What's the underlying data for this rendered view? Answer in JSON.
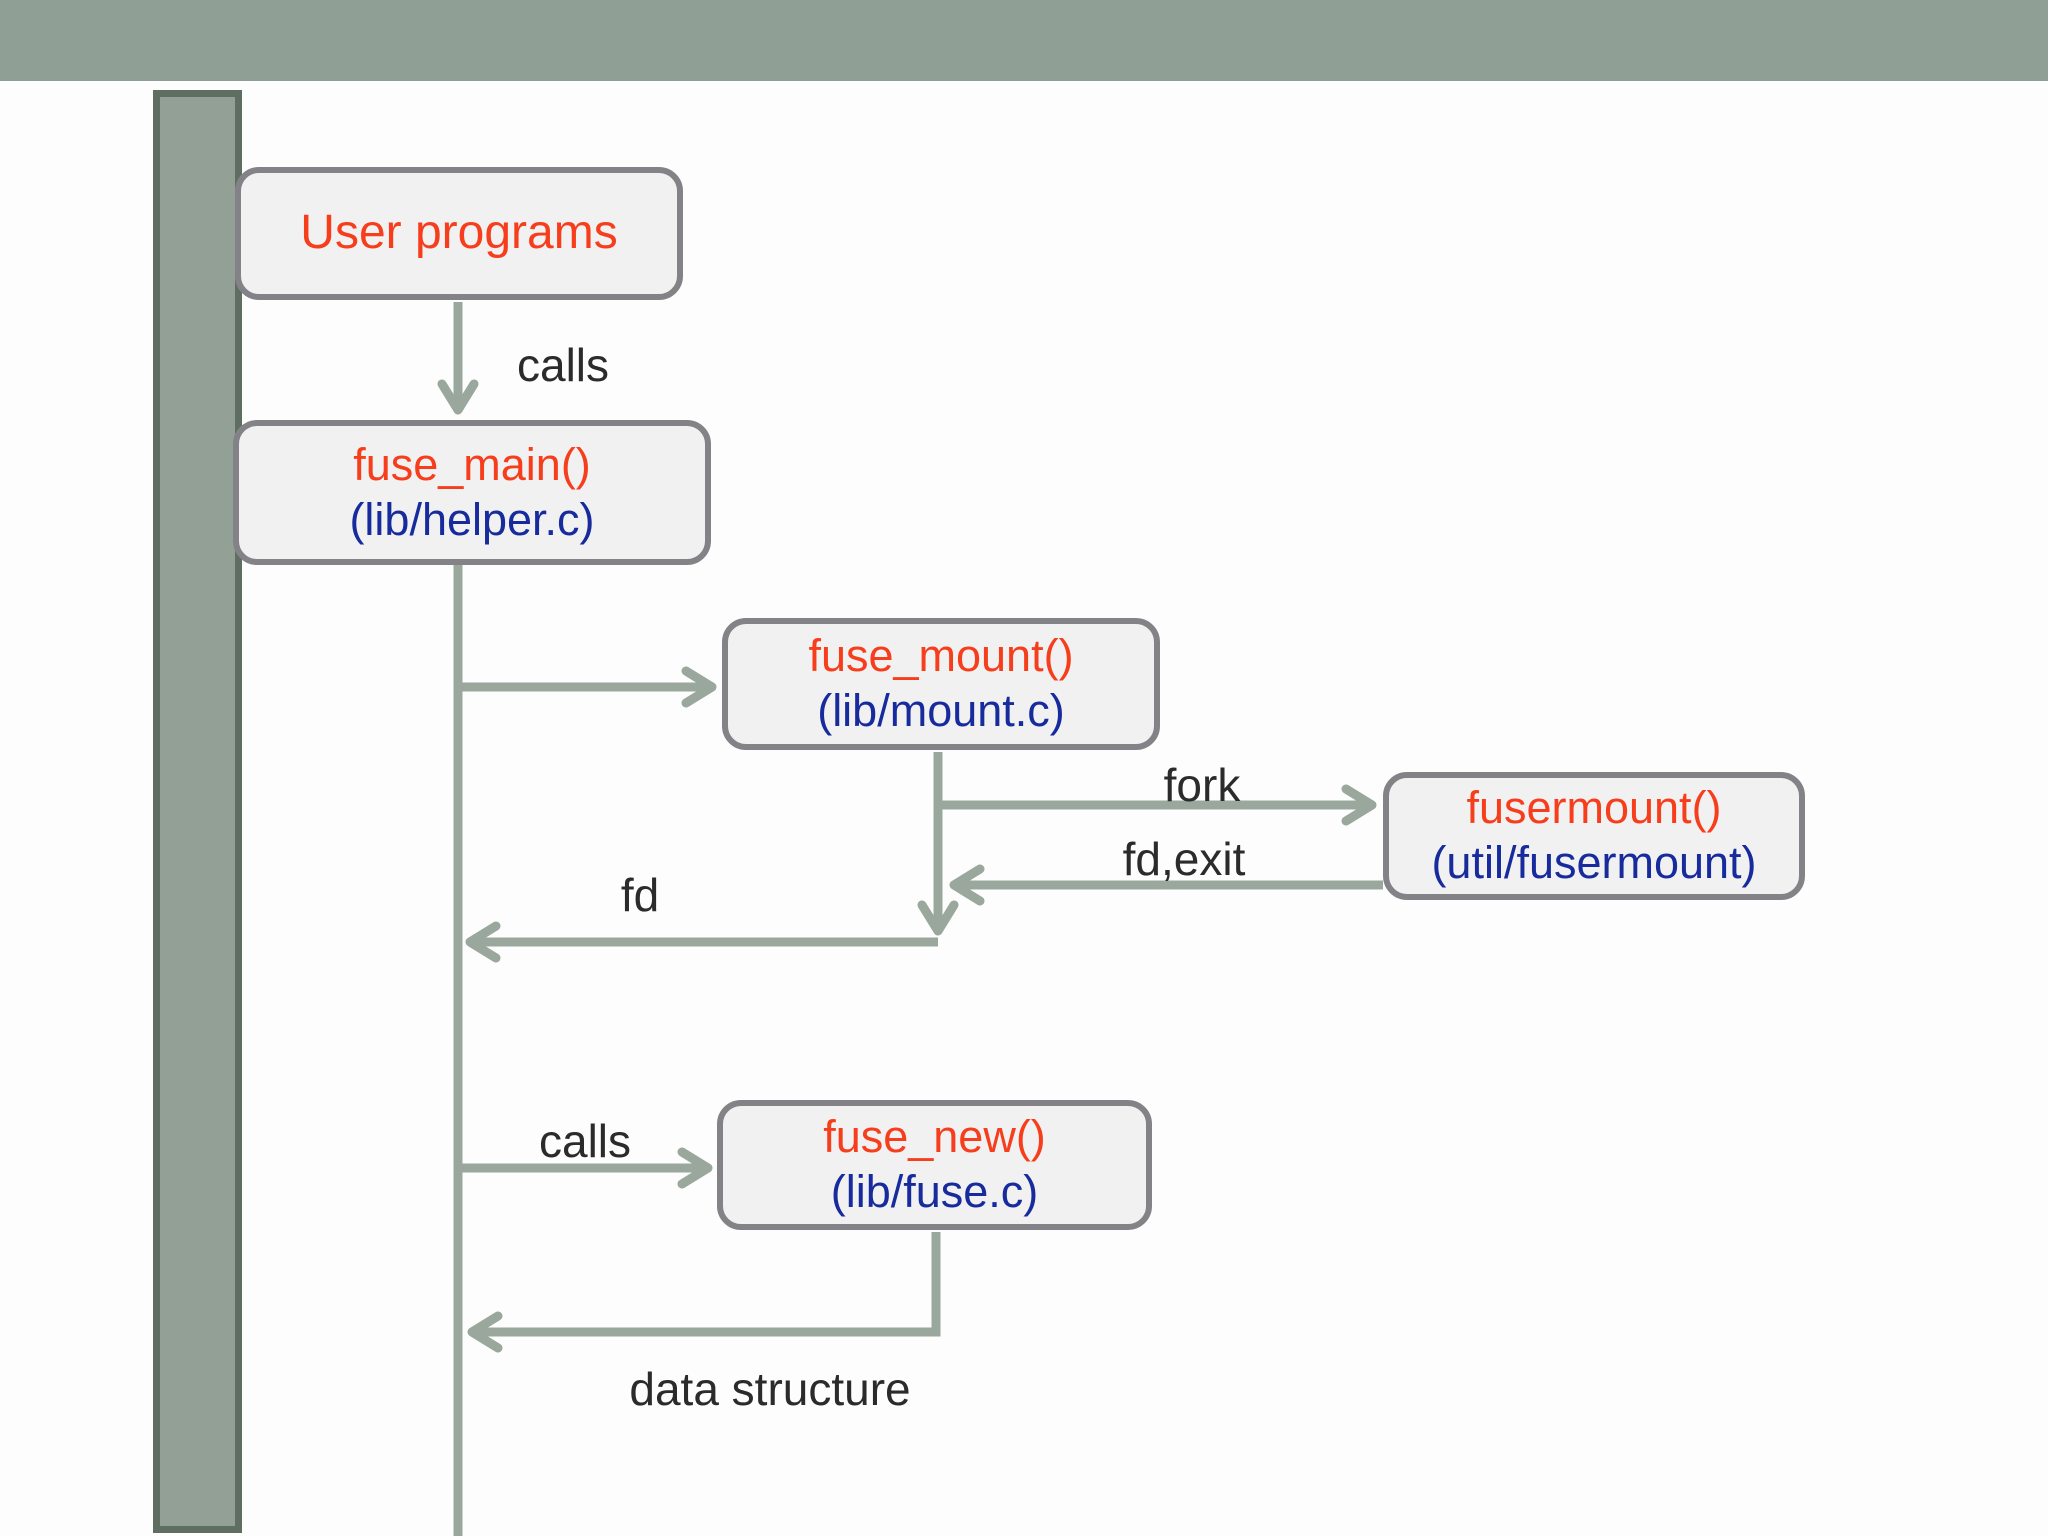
{
  "slide": {
    "background": "#fdfdfd"
  },
  "top_banner": {
    "color": "#8f9f96"
  },
  "lifeline_bar": {
    "fill": "#93a095",
    "border": "#5e6e61"
  },
  "arrow_color": "#9aa79c",
  "box_style": {
    "fill": "#f1f1f2",
    "border": "#838387",
    "title_color": "#f63e1c",
    "subtitle_color": "#172b9d"
  },
  "boxes": {
    "user_programs": {
      "title": "User programs"
    },
    "fuse_main": {
      "title": "fuse_main()",
      "subtitle": "(lib/helper.c)"
    },
    "fuse_mount": {
      "title": "fuse_mount()",
      "subtitle": "(lib/mount.c)"
    },
    "fusermount": {
      "title": "fusermount()",
      "subtitle": "(util/fusermount)"
    },
    "fuse_new": {
      "title": "fuse_new()",
      "subtitle": "(lib/fuse.c)"
    }
  },
  "edge_labels": {
    "calls_top": "calls",
    "calls_bottom": "calls",
    "fork": "fork",
    "fd_exit": "fd,exit",
    "fd": "fd",
    "data_structure": "data structure"
  },
  "label_color": "#2b2b2b"
}
